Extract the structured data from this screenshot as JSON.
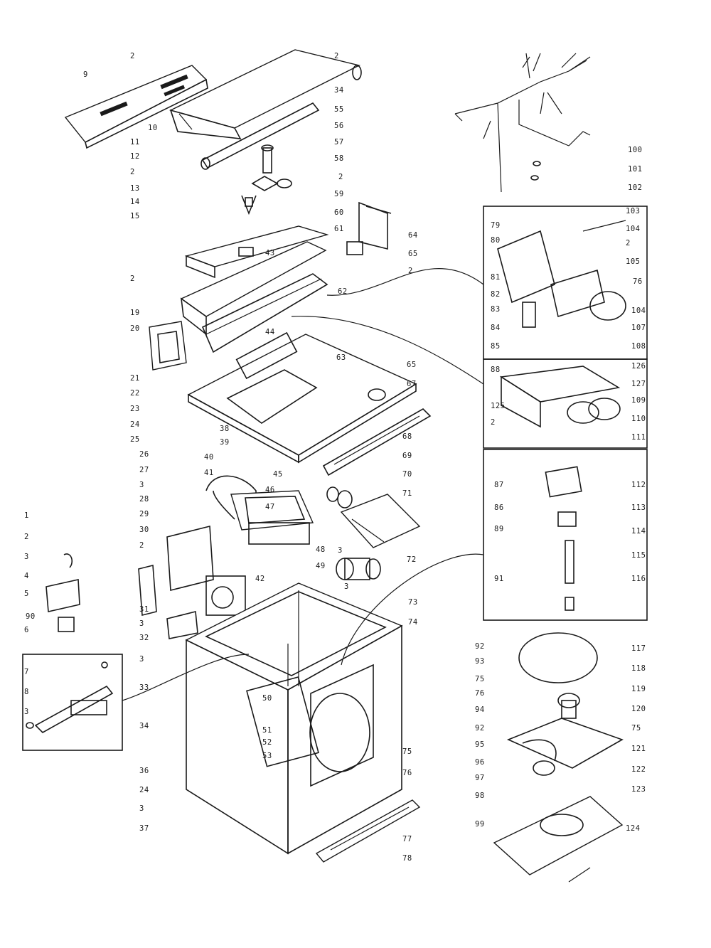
{
  "diagram": {
    "colors": {
      "ink": "#1a1a1a",
      "paper": "#ffffff"
    },
    "labels": [
      "2",
      "9",
      "10",
      "11",
      "12",
      "2",
      "13",
      "14",
      "15",
      "2",
      "19",
      "20",
      "21",
      "22",
      "23",
      "24",
      "25",
      "2",
      "34",
      "55",
      "56",
      "57",
      "58",
      "2",
      "59",
      "60",
      "61",
      "43",
      "64",
      "65",
      "2",
      "62",
      "44",
      "63",
      "65",
      "67",
      "38",
      "39",
      "26",
      "40",
      "41",
      "45",
      "46",
      "47",
      "27",
      "3",
      "28",
      "29",
      "30",
      "2",
      "31",
      "3",
      "32",
      "3",
      "1",
      "2",
      "3",
      "4",
      "5",
      "90",
      "6",
      "7",
      "8",
      "3",
      "33",
      "34",
      "36",
      "24",
      "3",
      "37",
      "42",
      "48",
      "49",
      "3",
      "3",
      "72",
      "73",
      "74",
      "50",
      "51",
      "52",
      "53",
      "75",
      "76",
      "77",
      "78",
      "68",
      "69",
      "70",
      "71",
      "100",
      "101",
      "102",
      "103",
      "104",
      "79",
      "80",
      "2",
      "105",
      "81",
      "82",
      "76",
      "83",
      "104",
      "84",
      "107",
      "85",
      "108",
      "88",
      "126",
      "127",
      "109",
      "125",
      "110",
      "2",
      "111",
      "87",
      "112",
      "86",
      "113",
      "89",
      "114",
      "115",
      "91",
      "116",
      "92",
      "117",
      "93",
      "118",
      "75",
      "76",
      "119",
      "94",
      "120",
      "92",
      "75",
      "95",
      "121",
      "96",
      "122",
      "97",
      "98",
      "123",
      "99",
      "124"
    ]
  }
}
